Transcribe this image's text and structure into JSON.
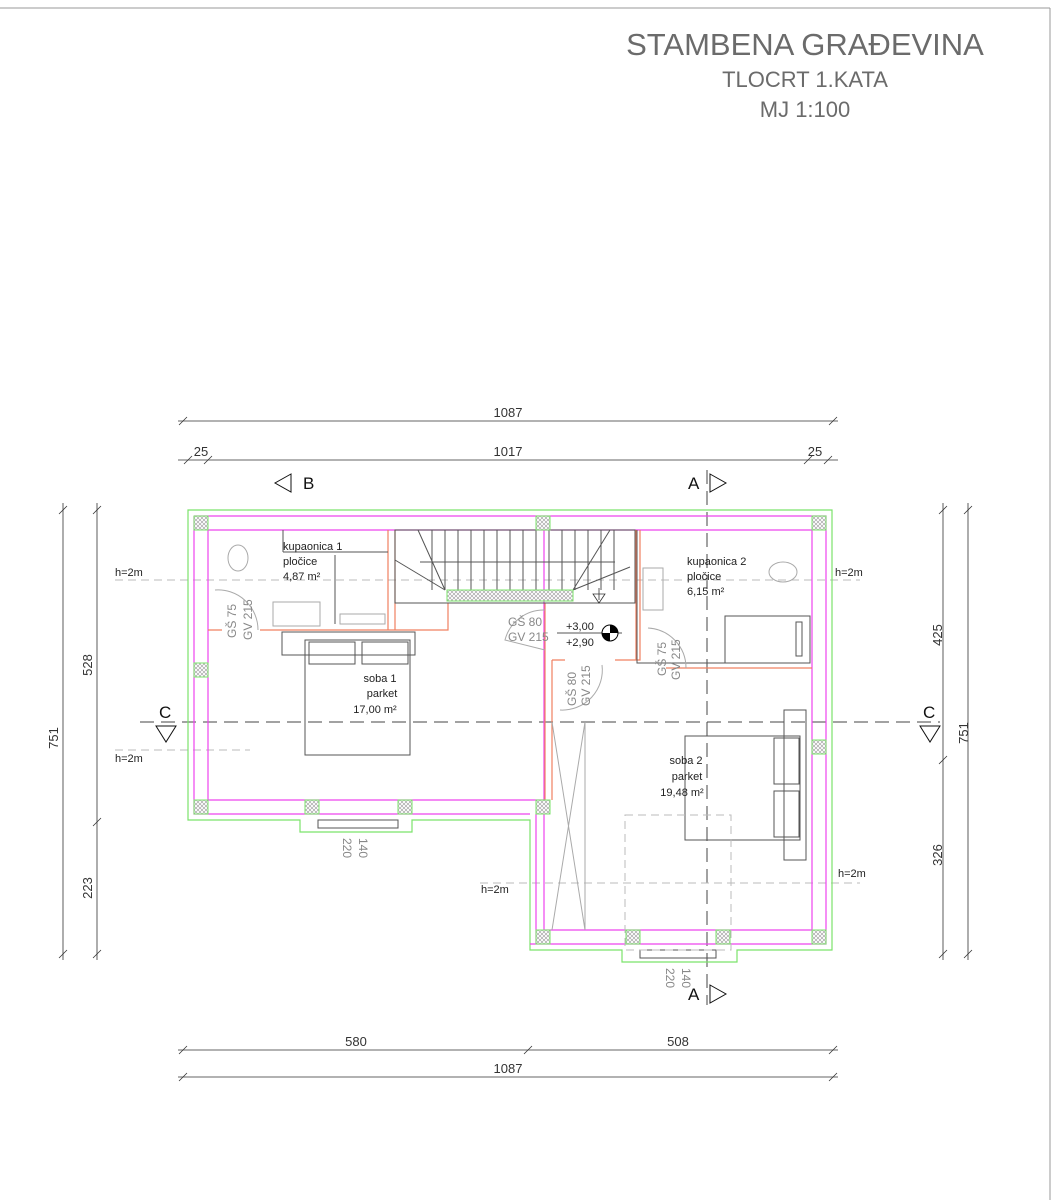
{
  "title": {
    "main": "STAMBENA GRAĐEVINA",
    "sub": "TLOCRT  1.KATA",
    "scale": "MJ 1:100"
  },
  "dimensions": {
    "top_total": "1087",
    "top_inner": "1017",
    "top_left_wall": "25",
    "top_right_wall": "25",
    "bottom_left": "580",
    "bottom_right": "508",
    "bottom_total": "1087",
    "left_total": "751",
    "left_upper": "528",
    "left_lower": "223",
    "right_upper": "425",
    "right_lower": "326",
    "right_total": "751",
    "window_left_width": "140",
    "window_left_height": "220",
    "window_right_width": "140",
    "window_right_height": "220"
  },
  "sections": {
    "b": "B",
    "a_top": "A",
    "a_bottom": "A",
    "c_left": "C",
    "c_right": "C"
  },
  "height_markers": {
    "h1_left": "h=2m",
    "h1_right": "h=2m",
    "h2_left": "h=2m",
    "h3_left": "h=2m",
    "h3_right": "h=2m"
  },
  "rooms": [
    {
      "name": "kupaonica 1",
      "floor": "pločice",
      "area": "4,87 m²"
    },
    {
      "name": "kupaonica 2",
      "floor": "pločice",
      "area": "6,15 m²"
    },
    {
      "name": "soba 1",
      "floor": "parket",
      "area": "17,00 m²"
    },
    {
      "name": "soba 2",
      "floor": "parket",
      "area": "19,48 m²"
    }
  ],
  "doors": [
    {
      "width": "GŠ 75",
      "height": "GV 215"
    },
    {
      "width": "GŠ 80",
      "height": "GV 215"
    },
    {
      "width": "GŠ 80",
      "height": "GV 215"
    },
    {
      "width": "GŠ 75",
      "height": "GV 215"
    }
  ],
  "levels": {
    "upper": "+3,00",
    "lower": "+2,90"
  }
}
